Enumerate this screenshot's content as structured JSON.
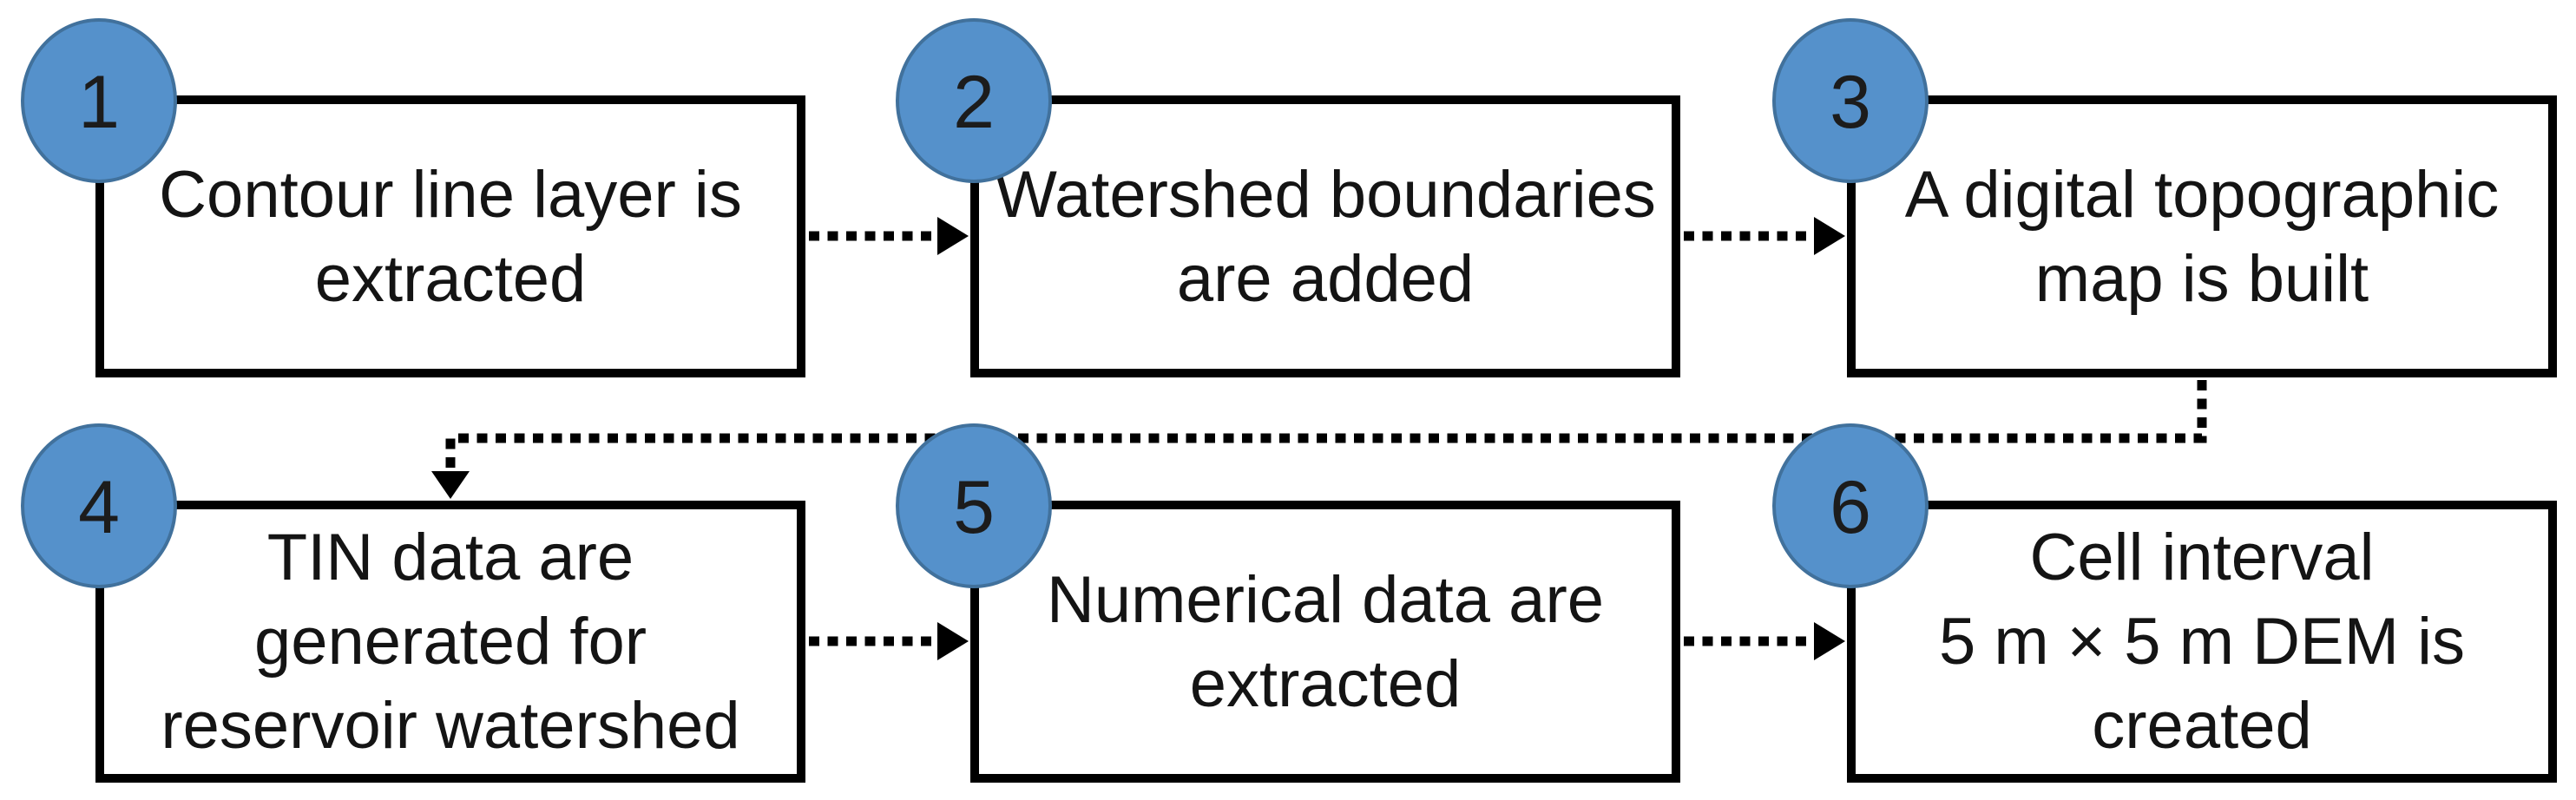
{
  "theme": {
    "background": "#ffffff",
    "box_border": "#000000",
    "text_color": "#141414",
    "badge_fill": "#5591CB",
    "badge_border": "#41719C",
    "badge_text": "#1c1c1c",
    "connector": "#000000"
  },
  "steps": [
    {
      "number": "1",
      "lines": [
        "Contour line layer is",
        "extracted"
      ]
    },
    {
      "number": "2",
      "lines": [
        "Watershed boundaries",
        "are added"
      ]
    },
    {
      "number": "3",
      "lines": [
        "A digital topographic",
        "map is built"
      ]
    },
    {
      "number": "4",
      "lines": [
        "TIN data are",
        "generated for",
        "reservoir watershed"
      ]
    },
    {
      "number": "5",
      "lines": [
        "Numerical data are",
        "extracted"
      ]
    },
    {
      "number": "6",
      "lines": [
        "Cell interval",
        "5 m × 5 m DEM is",
        "created"
      ]
    }
  ]
}
